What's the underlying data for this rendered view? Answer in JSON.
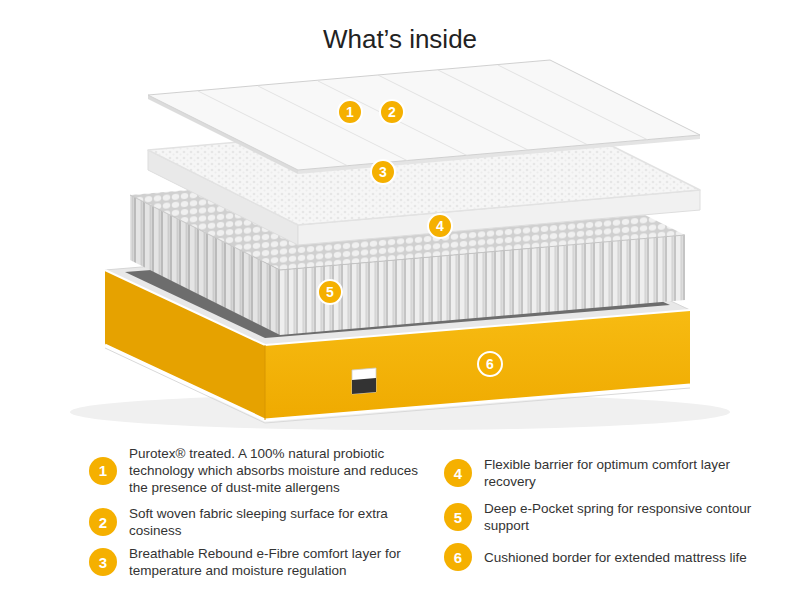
{
  "diagram": {
    "title": "What’s inside",
    "nodes": [
      {
        "text": [
          "1"
        ]
      },
      {
        "text": [
          "2"
        ]
      },
      {
        "text": [
          "3"
        ]
      },
      {
        "text": [
          "4"
        ]
      },
      {
        "text": [
          "5"
        ]
      },
      {
        "text": [
          "6"
        ]
      },
      {
        "text": [
          "1",
          "Purotex® treated. A 100% natural probiotic technology which absorbs moisture and reduces the presence of dust-mite allergens"
        ]
      },
      {
        "text": [
          "2",
          "Soft woven fabric sleeping surface for extra cosiness"
        ]
      },
      {
        "text": [
          "3",
          "Breathable Rebound e-Fibre comfort layer for temperature and moisture regulation"
        ]
      },
      {
        "text": [
          "4",
          "Flexible barrier for optimum comfort layer recovery"
        ]
      },
      {
        "text": [
          "5",
          "Deep e-Pocket spring for responsive contour support"
        ]
      },
      {
        "text": [
          "6",
          "Cushioned border for extended mattress life"
        ]
      }
    ]
  }
}
